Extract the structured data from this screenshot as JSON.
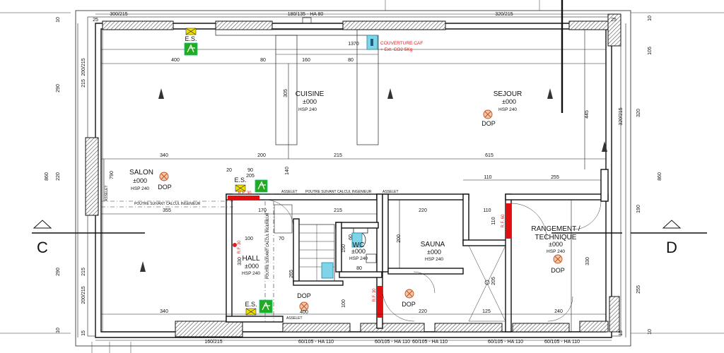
{
  "rooms": {
    "cuisine": {
      "name": "CUISINE",
      "level": "±000",
      "hsp": "HSP 240"
    },
    "sejour": {
      "name": "SEJOUR",
      "level": "±000",
      "hsp": "HSP 240"
    },
    "salon": {
      "name": "SALON",
      "level": "±000",
      "hsp": "HSP 240"
    },
    "hall": {
      "name": "HALL",
      "level": "±000",
      "hsp": "HSP 240"
    },
    "wc": {
      "name": "WC",
      "level": "±000",
      "hsp": "HSP 240"
    },
    "sauna": {
      "name": "SAUNA",
      "level": "±000",
      "hsp": "HSP 240"
    },
    "rangement": {
      "name_1": "RANGEMENT /",
      "name_2": "TECHNIQUE",
      "level": "±000",
      "hsp": "HSP 240"
    }
  },
  "symbols": {
    "dop": "DOP",
    "es": "E.S.",
    "rf30": "R.F. 30",
    "rf60": "R.F. 60"
  },
  "annotations": {
    "couverture": "COUVERTURE CAF",
    "extincteur": "+ Ext. CO2 5Kg",
    "poutre_1": "POUTRE SUIVANT CALCUL INGENIEUR",
    "poutre_2": "POUTRE SUIVANT CALCUL INGENIEUR",
    "poutre_3": "POUTRE SUIVANT CALCUL INGENIEUR",
    "asselet_1": "ASSELET",
    "asselet_2": "ASSELET",
    "asselet_3": "ASSELET",
    "asselet_4": "ASSELET"
  },
  "openings_top": [
    "300/215",
    "180/135 - HA 80",
    "320/215"
  ],
  "openings_bottom": [
    "160/215",
    "60/105 - HA 110",
    "60/105 - HA 110",
    "60/105 - HA 110",
    "60/105 - HA 110",
    "60/105 - HA 110"
  ],
  "grid_labels": {
    "left": "C",
    "right": "D"
  },
  "dimensions": {
    "d400": "400",
    "d1370": "1370",
    "d80a": "80",
    "d160": "160",
    "d80b": "80",
    "d305": "305",
    "d445": "445",
    "d340a": "340",
    "d200a": "200",
    "d215a": "215",
    "d615": "615",
    "d20": "20",
    "d90": "90",
    "d205": "205",
    "d140": "140",
    "d110a": "110",
    "d255a": "255",
    "d355": "355",
    "d170": "170",
    "d215b": "215",
    "d220a": "220",
    "d110b": "110",
    "d200b": "200",
    "d110c": "110",
    "d330a": "330",
    "d330b": "330",
    "d100a": "100",
    "d70": "70",
    "d60": "60",
    "d80c": "80",
    "d265": "265",
    "d150": "150",
    "d100b": "100",
    "d400b": "400",
    "d205b": "205",
    "d340b": "340",
    "d220b": "220",
    "d125": "125",
    "d240": "240",
    "d25a": "25",
    "d25b": "25",
    "l10a": "10",
    "l215a": "215",
    "l200_215a": "200/215",
    "l290a": "290",
    "l860": "860",
    "l220": "220",
    "l790": "790",
    "l290b": "290",
    "l215b": "215",
    "l200_215b": "200/215",
    "l10b": "10",
    "l15": "15",
    "r10": "10",
    "r105": "105",
    "r320": "320",
    "r320_215": "320/215",
    "r860": "860",
    "r190": "190",
    "r255": "255",
    "r10b": "10",
    "r15": "15"
  }
}
